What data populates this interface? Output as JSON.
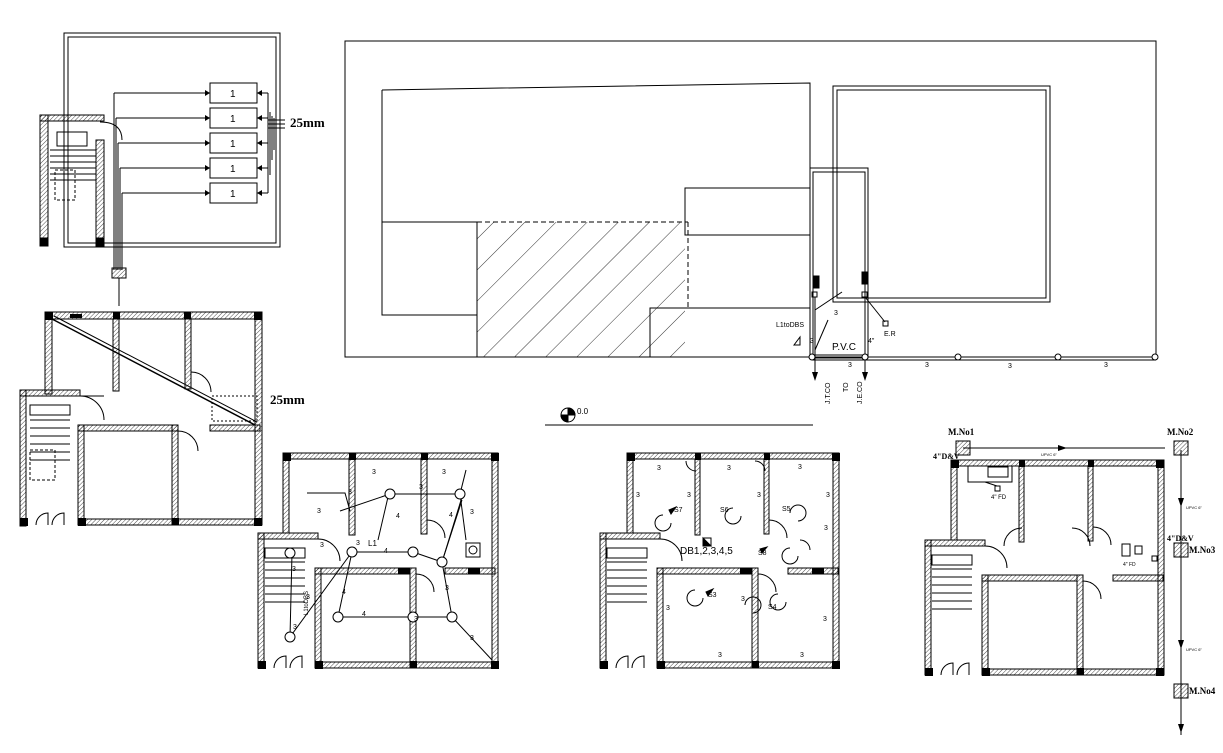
{
  "riser": {
    "meters": [
      "1",
      "1",
      "1",
      "1",
      "1"
    ],
    "pipe_size": "25mm"
  },
  "ground_floor": {
    "pipe_size": "25mm"
  },
  "site_plan": {
    "l1_label": "L1toDBS",
    "pvc_label": "P.V.C",
    "pipe_size": "4\"",
    "er_label": "E.R",
    "run_numbers": [
      "3",
      "3",
      "3",
      "3",
      "3",
      "3"
    ],
    "to_label": "TO",
    "jt_label": "J.T.CO",
    "je_label": "J.E.CO",
    "level_label": "0.0"
  },
  "lighting_plan": {
    "circuit_numbers": [
      "3",
      "3",
      "3",
      "3",
      "3",
      "4",
      "4",
      "3",
      "4",
      "3",
      "3",
      "3",
      "3",
      "4",
      "3",
      "3",
      "4",
      "3",
      "3"
    ],
    "l1_label": "L1",
    "stair_label": "L1toDBS"
  },
  "power_plan": {
    "db_label": "DB1,2,3,4,5",
    "switches": [
      "S7",
      "S6",
      "S5",
      "S8",
      "S3",
      "S4"
    ],
    "circuit_numbers": [
      "3",
      "3",
      "3",
      "3",
      "3",
      "3",
      "3",
      "3",
      "3",
      "3",
      "3",
      "3",
      "3"
    ]
  },
  "drainage_plan": {
    "manholes": [
      "M.No1",
      "M.No2",
      "M.No3",
      "M.No4"
    ],
    "dv_label": "4\"D&V",
    "dv_label_right": "4\"D&V",
    "fd_label": "4\" FD",
    "fd_label_2": "4\" FD",
    "pipe_note": "UPVC 6\""
  }
}
